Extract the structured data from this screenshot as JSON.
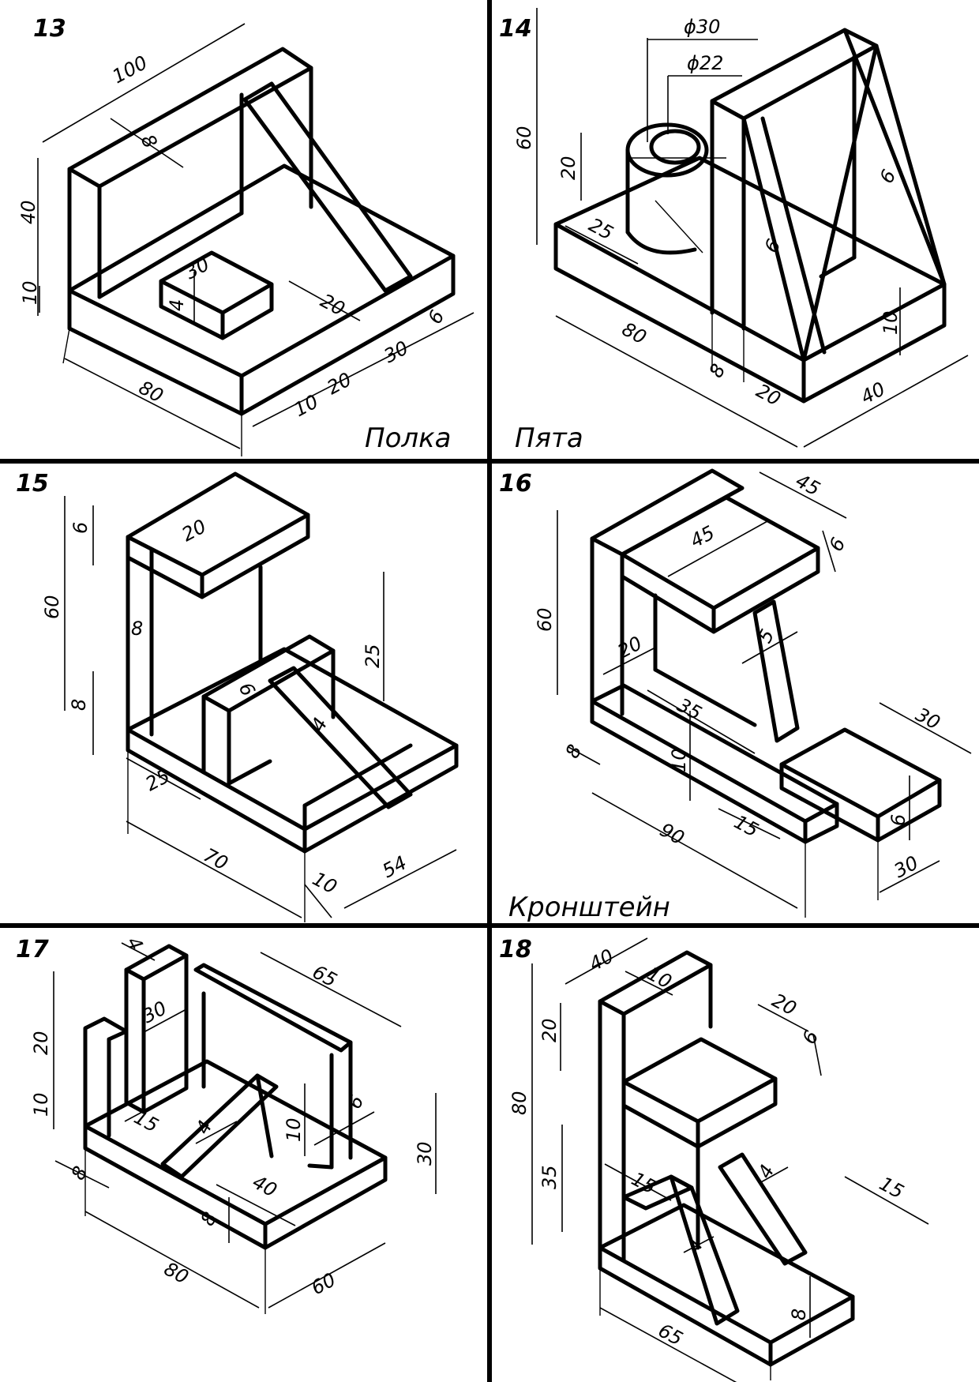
{
  "panels": [
    {
      "number": "13",
      "caption": "Полка",
      "dims": [
        "100",
        "8",
        "40",
        "10",
        "30",
        "4",
        "20",
        "6",
        "30",
        "20",
        "10",
        "80"
      ]
    },
    {
      "number": "14",
      "caption": "Пята",
      "dims": [
        "ϕ30",
        "ϕ22",
        "60",
        "20",
        "25",
        "6",
        "6",
        "80",
        "8",
        "20",
        "10",
        "40"
      ]
    },
    {
      "number": "15",
      "caption": "",
      "dims": [
        "6",
        "20",
        "60",
        "8",
        "8",
        "25",
        "6",
        "4",
        "25",
        "70",
        "10",
        "54"
      ]
    },
    {
      "number": "16",
      "caption": "Кронштейн",
      "dims": [
        "45",
        "45",
        "6",
        "60",
        "20",
        "5",
        "35",
        "30",
        "8",
        "10",
        "90",
        "15",
        "6",
        "30"
      ]
    },
    {
      "number": "17",
      "caption": "",
      "dims": [
        "4",
        "65",
        "30",
        "20",
        "10",
        "15",
        "6",
        "10",
        "30",
        "4",
        "40",
        "8",
        "8",
        "80",
        "60"
      ]
    },
    {
      "number": "18",
      "caption": "",
      "dims": [
        "40",
        "10",
        "20",
        "20",
        "6",
        "80",
        "35",
        "15",
        "4",
        "4",
        "15",
        "8",
        "65"
      ]
    }
  ]
}
